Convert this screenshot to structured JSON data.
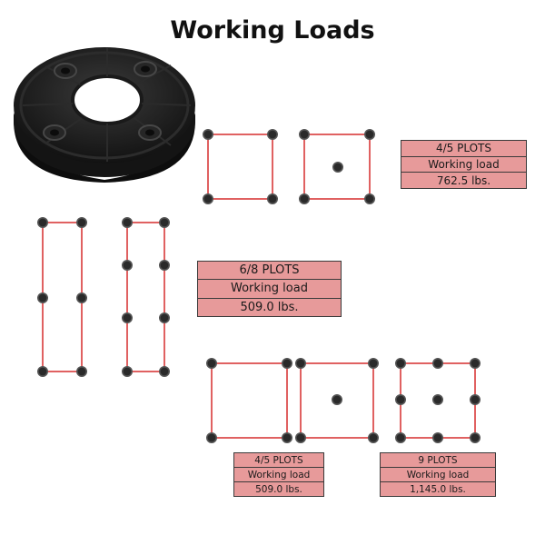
{
  "title": "Working Loads",
  "colors": {
    "frame_line": "#d93a3a",
    "dot_fill": "#2a2a2a",
    "dot_ring": "#555555",
    "label_fill": "#e79a9a",
    "label_border": "#3a3a3a"
  },
  "product_image": "black circular pedestal support pad",
  "layouts": [
    {
      "id": "square-4",
      "dots": 4
    },
    {
      "id": "square-5",
      "dots": 5
    },
    {
      "id": "rect-6",
      "dots": 6
    },
    {
      "id": "rect-8",
      "dots": 8
    },
    {
      "id": "square-4-b",
      "dots": 4
    },
    {
      "id": "square-5-b",
      "dots": 5
    },
    {
      "id": "grid-9",
      "dots": 9
    }
  ],
  "info_boxes": [
    {
      "plots": "4/5 PLOTS",
      "label": "Working load",
      "value": "762.5 lbs."
    },
    {
      "plots": "6/8 PLOTS",
      "label": "Working load",
      "value": "509.0 lbs."
    },
    {
      "plots": "4/5 PLOTS",
      "label": "Working load",
      "value": "509.0 lbs."
    },
    {
      "plots": "9 PLOTS",
      "label": "Working load",
      "value": "1,145.0 lbs."
    }
  ]
}
